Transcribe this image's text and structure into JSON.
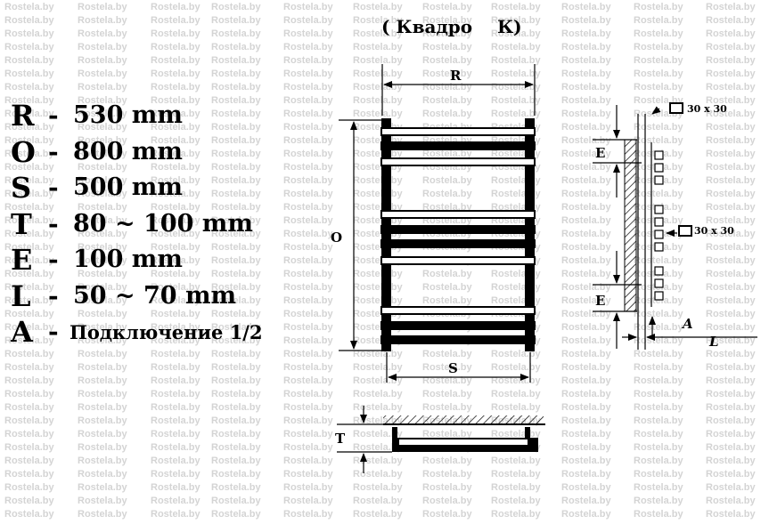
{
  "watermark_text": "Rostela.by",
  "title": "( Квадро    К)",
  "specs": [
    {
      "letter": "R",
      "value": "530 mm"
    },
    {
      "letter": "O",
      "value": "800 mm"
    },
    {
      "letter": "S",
      "value": "500 mm"
    },
    {
      "letter": "T",
      "value": "80 ~ 100 mm"
    },
    {
      "letter": "E",
      "value": "100 mm"
    },
    {
      "letter": "L",
      "value": "50 ~ 70 mm"
    },
    {
      "letter": "A",
      "value": "Подключение 1/2"
    }
  ],
  "labels": {
    "r": "R",
    "o": "O",
    "s": "S",
    "t": "T",
    "e_top": "E",
    "e_bottom": "E",
    "a": "A",
    "l": "L",
    "profile_top": "30 x 30",
    "profile_mid": "30 x 30"
  }
}
